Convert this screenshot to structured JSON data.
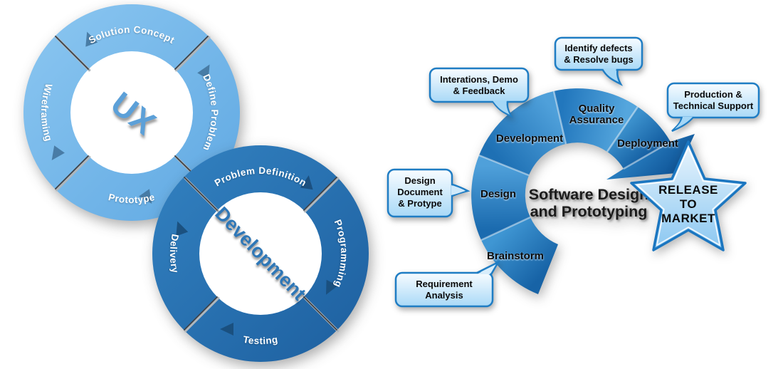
{
  "ux_cycle": {
    "center_label": "UX",
    "top_label": "Solution Concept",
    "right_label": "Define Problem",
    "bottom_label": "Prototype",
    "left_label": "Wireframing"
  },
  "dev_cycle": {
    "center_label": "Development",
    "top_label": "Problem Definition",
    "right_label": "Programming",
    "bottom_label": "Testing",
    "left_label": "Delivery"
  },
  "spiral": {
    "title": [
      "Software Design",
      "and Prototyping"
    ],
    "stage_brainstorm": "Brainstorm",
    "stage_design": "Design",
    "stage_development": "Development",
    "stage_qa": [
      "Quality",
      "Assurance"
    ],
    "stage_deployment": "Deployment",
    "callout_requirement": [
      "Requirement",
      "Analysis"
    ],
    "callout_design_doc": [
      "Design",
      "Document",
      "& Protype"
    ],
    "callout_iterations": [
      "Interations, Demo",
      "& Feedback"
    ],
    "callout_defects": [
      "Identify defects",
      "& Resolve bugs"
    ],
    "callout_production": [
      "Production &",
      "Technical Support"
    ],
    "star": [
      "RELEASE",
      "TO",
      "MARKET"
    ]
  },
  "colors": {
    "ux_ring_blue": "#74B9EC",
    "dev_ring_blue": "#2572B4",
    "spiral_blue": "#2B85C5",
    "deployment_blue": "#1A63A8",
    "callout_border": "#1F7DC4",
    "star_border": "#1B76C0",
    "flow_arrow_light_ring": "#44769F",
    "flow_arrow_dark_ring": "#1A4E7C"
  }
}
